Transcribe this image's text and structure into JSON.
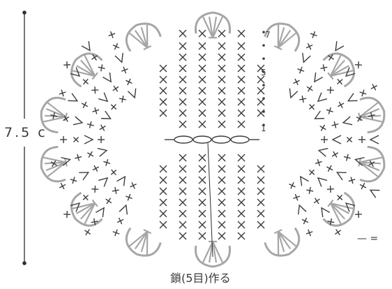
{
  "diagram": {
    "size_label": "7.5 c",
    "caption": "鎖(5目)作る",
    "row_numbers": [
      "7",
      "5",
      "1"
    ],
    "legend_symbol": "— ="
  },
  "colors": {
    "stitch": "#3c3c3c",
    "petal": "#a6a6a6",
    "line": "#2e2e2e"
  }
}
